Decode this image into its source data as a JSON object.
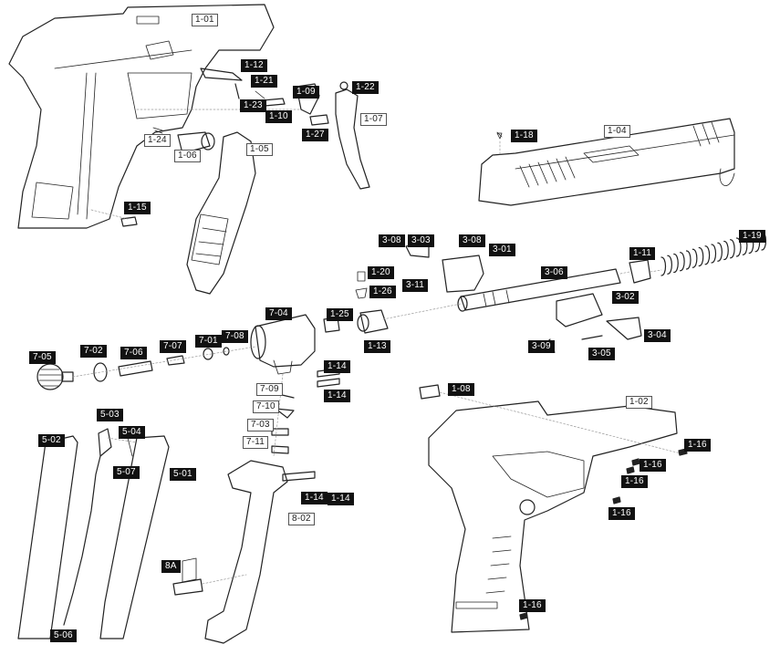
{
  "diagram": {
    "type": "exploded parts diagram",
    "subject": "air pistol",
    "colors": {
      "dark_label_bg": "#111111",
      "dark_label_text": "#ffffff",
      "light_label_border": "#555555",
      "line_art": "#222222"
    },
    "groups": {
      "frame_left": [
        "1-01",
        "1-05",
        "1-06",
        "1-07",
        "1-09",
        "1-10",
        "1-12",
        "1-15",
        "1-21",
        "1-22",
        "1-23",
        "1-24",
        "1-27"
      ],
      "slide": [
        "1-04",
        "1-18"
      ],
      "barrel_assembly": [
        "1-11",
        "1-13",
        "1-19",
        "1-20",
        "1-25",
        "1-26",
        "3-01",
        "3-02",
        "3-03",
        "3-04",
        "3-05",
        "3-06",
        "3-08",
        "3-09",
        "3-11"
      ],
      "valve_assembly": [
        "7-01",
        "7-02",
        "7-03",
        "7-04",
        "7-05",
        "7-06",
        "7-07",
        "7-08",
        "7-09",
        "7-10",
        "7-11",
        "1-14"
      ],
      "magazine": [
        "5-01",
        "5-02",
        "5-03",
        "5-04",
        "5-06",
        "5-07"
      ],
      "co2_holder": [
        "8-02",
        "8A"
      ],
      "frame_right": [
        "1-02",
        "1-08",
        "1-16"
      ]
    },
    "labels": [
      {
        "id": "l0101",
        "text": "1-01",
        "style": "light"
      },
      {
        "id": "l0112",
        "text": "1-12",
        "style": "dark"
      },
      {
        "id": "l0121",
        "text": "1-21",
        "style": "dark"
      },
      {
        "id": "l0122",
        "text": "1-22",
        "style": "dark"
      },
      {
        "id": "l0109",
        "text": "1-09",
        "style": "dark"
      },
      {
        "id": "l0123",
        "text": "1-23",
        "style": "dark"
      },
      {
        "id": "l0110",
        "text": "1-10",
        "style": "dark"
      },
      {
        "id": "l0107",
        "text": "1-07",
        "style": "light"
      },
      {
        "id": "l0127",
        "text": "1-27",
        "style": "dark"
      },
      {
        "id": "l0124",
        "text": "1-24",
        "style": "light"
      },
      {
        "id": "l0106",
        "text": "1-06",
        "style": "light"
      },
      {
        "id": "l0105",
        "text": "1-05",
        "style": "light"
      },
      {
        "id": "l0115",
        "text": "1-15",
        "style": "dark"
      },
      {
        "id": "l0118",
        "text": "1-18",
        "style": "dark"
      },
      {
        "id": "l0104",
        "text": "1-04",
        "style": "light"
      },
      {
        "id": "l0308a",
        "text": "3-08",
        "style": "dark"
      },
      {
        "id": "l0303",
        "text": "3-03",
        "style": "dark"
      },
      {
        "id": "l0308b",
        "text": "3-08",
        "style": "dark"
      },
      {
        "id": "l0301",
        "text": "3-01",
        "style": "dark"
      },
      {
        "id": "l0119",
        "text": "1-19",
        "style": "dark"
      },
      {
        "id": "l0111",
        "text": "1-11",
        "style": "dark"
      },
      {
        "id": "l0120",
        "text": "1-20",
        "style": "dark"
      },
      {
        "id": "l0311",
        "text": "3-11",
        "style": "dark"
      },
      {
        "id": "l0306",
        "text": "3-06",
        "style": "dark"
      },
      {
        "id": "l0126",
        "text": "1-26",
        "style": "dark"
      },
      {
        "id": "l0302",
        "text": "3-02",
        "style": "dark"
      },
      {
        "id": "l0125",
        "text": "1-25",
        "style": "dark"
      },
      {
        "id": "l0113",
        "text": "1-13",
        "style": "dark"
      },
      {
        "id": "l0309",
        "text": "3-09",
        "style": "dark"
      },
      {
        "id": "l0305",
        "text": "3-05",
        "style": "dark"
      },
      {
        "id": "l0304",
        "text": "3-04",
        "style": "dark"
      },
      {
        "id": "l0704",
        "text": "7-04",
        "style": "dark"
      },
      {
        "id": "l0708",
        "text": "7-08",
        "style": "dark"
      },
      {
        "id": "l0701",
        "text": "7-01",
        "style": "dark"
      },
      {
        "id": "l0707",
        "text": "7-07",
        "style": "dark"
      },
      {
        "id": "l0706",
        "text": "7-06",
        "style": "dark"
      },
      {
        "id": "l0702",
        "text": "7-02",
        "style": "dark"
      },
      {
        "id": "l0705",
        "text": "7-05",
        "style": "dark"
      },
      {
        "id": "l0114a",
        "text": "1-14",
        "style": "dark"
      },
      {
        "id": "l0114b",
        "text": "1-14",
        "style": "dark"
      },
      {
        "id": "l0709",
        "text": "7-09",
        "style": "light"
      },
      {
        "id": "l0710",
        "text": "7-10",
        "style": "light"
      },
      {
        "id": "l0703",
        "text": "7-03",
        "style": "light"
      },
      {
        "id": "l0711",
        "text": "7-11",
        "style": "light"
      },
      {
        "id": "l0114c",
        "text": "1-14",
        "style": "dark"
      },
      {
        "id": "l0114d",
        "text": "1-14",
        "style": "dark"
      },
      {
        "id": "l0802",
        "text": "8-02",
        "style": "light"
      },
      {
        "id": "l08A",
        "text": "8A",
        "style": "dark"
      },
      {
        "id": "l0503",
        "text": "5-03",
        "style": "dark"
      },
      {
        "id": "l0504",
        "text": "5-04",
        "style": "dark"
      },
      {
        "id": "l0502",
        "text": "5-02",
        "style": "dark"
      },
      {
        "id": "l0507",
        "text": "5-07",
        "style": "dark"
      },
      {
        "id": "l0501",
        "text": "5-01",
        "style": "dark"
      },
      {
        "id": "l0506",
        "text": "5-06",
        "style": "dark"
      },
      {
        "id": "l0108",
        "text": "1-08",
        "style": "dark"
      },
      {
        "id": "l0102",
        "text": "1-02",
        "style": "light"
      },
      {
        "id": "l0116a",
        "text": "1-16",
        "style": "dark"
      },
      {
        "id": "l0116b",
        "text": "1-16",
        "style": "dark"
      },
      {
        "id": "l0116c",
        "text": "1-16",
        "style": "dark"
      },
      {
        "id": "l0116d",
        "text": "1-16",
        "style": "dark"
      },
      {
        "id": "l0116e",
        "text": "1-16",
        "style": "dark"
      }
    ]
  }
}
